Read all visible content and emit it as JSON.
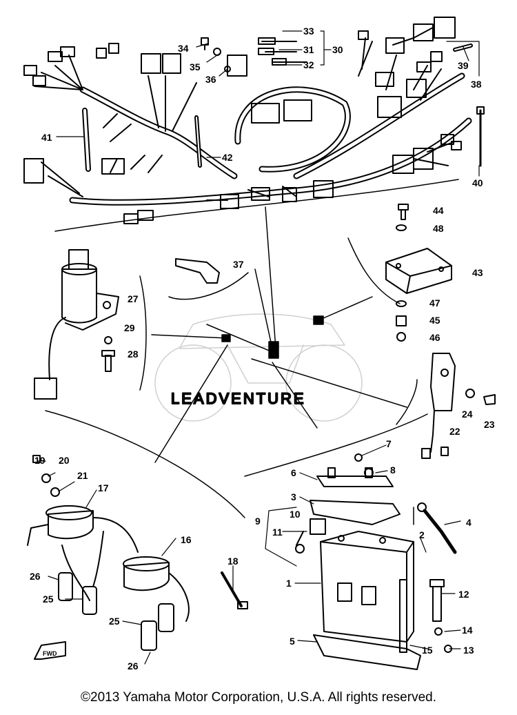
{
  "labels": [
    {
      "id": "33",
      "text": "33"
    },
    {
      "id": "31",
      "text": "31"
    },
    {
      "id": "30",
      "text": "30"
    },
    {
      "id": "32",
      "text": "32"
    },
    {
      "id": "34",
      "text": "34"
    },
    {
      "id": "35",
      "text": "35"
    },
    {
      "id": "36",
      "text": "36"
    },
    {
      "id": "39",
      "text": "39"
    },
    {
      "id": "38",
      "text": "38"
    },
    {
      "id": "41",
      "text": "41"
    },
    {
      "id": "42",
      "text": "42"
    },
    {
      "id": "40",
      "text": "40"
    },
    {
      "id": "44",
      "text": "44"
    },
    {
      "id": "48",
      "text": "48"
    },
    {
      "id": "43",
      "text": "43"
    },
    {
      "id": "47",
      "text": "47"
    },
    {
      "id": "45",
      "text": "45"
    },
    {
      "id": "46",
      "text": "46"
    },
    {
      "id": "37",
      "text": "37"
    },
    {
      "id": "27",
      "text": "27"
    },
    {
      "id": "29",
      "text": "29"
    },
    {
      "id": "28",
      "text": "28"
    },
    {
      "id": "24",
      "text": "24"
    },
    {
      "id": "23",
      "text": "23"
    },
    {
      "id": "22",
      "text": "22"
    },
    {
      "id": "7",
      "text": "7"
    },
    {
      "id": "8",
      "text": "8"
    },
    {
      "id": "6",
      "text": "6"
    },
    {
      "id": "3",
      "text": "3"
    },
    {
      "id": "4",
      "text": "4"
    },
    {
      "id": "9",
      "text": "9"
    },
    {
      "id": "10",
      "text": "10"
    },
    {
      "id": "11",
      "text": "11"
    },
    {
      "id": "2",
      "text": "2"
    },
    {
      "id": "1",
      "text": "1"
    },
    {
      "id": "12",
      "text": "12"
    },
    {
      "id": "5",
      "text": "5"
    },
    {
      "id": "14",
      "text": "14"
    },
    {
      "id": "15",
      "text": "15"
    },
    {
      "id": "13",
      "text": "13"
    },
    {
      "id": "19",
      "text": "19"
    },
    {
      "id": "20",
      "text": "20"
    },
    {
      "id": "21",
      "text": "21"
    },
    {
      "id": "17",
      "text": "17"
    },
    {
      "id": "16",
      "text": "16"
    },
    {
      "id": "18",
      "text": "18"
    },
    {
      "id": "26a",
      "text": "26"
    },
    {
      "id": "25a",
      "text": "25"
    },
    {
      "id": "25b",
      "text": "25"
    },
    {
      "id": "26b",
      "text": "26"
    }
  ],
  "watermark": "LEADVENTURE",
  "fwd_badge": "FWD",
  "copyright": "©2013 Yamaha Motor Corporation, U.S.A. All rights reserved."
}
